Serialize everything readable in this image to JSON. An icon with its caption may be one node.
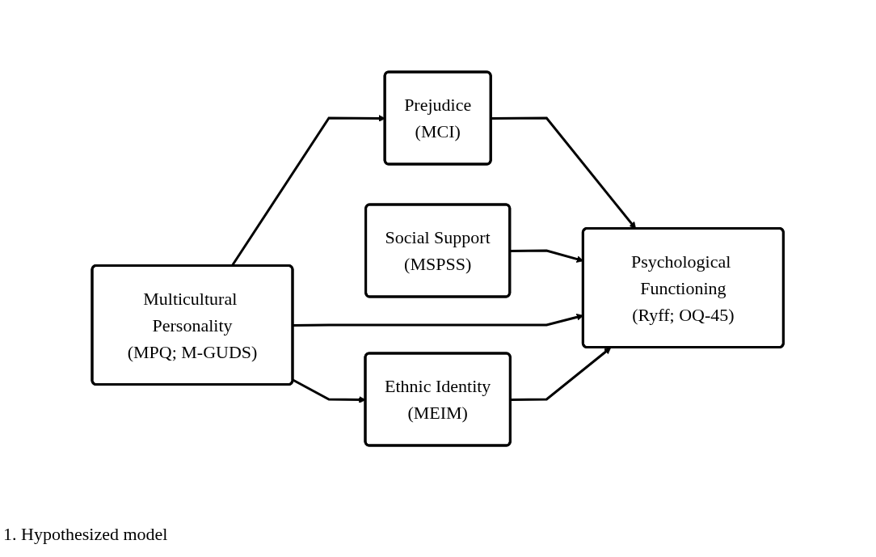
{
  "diagram": {
    "caption": "1. Hypothesized model",
    "nodes": [
      {
        "text": [
          "Prejudice",
          "(MCI)"
        ]
      },
      {
        "text": [
          "Social Support",
          "(MSPSS)"
        ]
      },
      {
        "text": [
          "Multicultural Personality",
          "(MPQ; M-GUDS)"
        ]
      },
      {
        "text": [
          "Psychological Functioning",
          "(Ryff; OQ-45)"
        ]
      },
      {
        "text": [
          "Ethnic Identity",
          "(MEIM)"
        ]
      }
    ],
    "edges": [
      {
        "from": 2,
        "to": 0,
        "arrow": "to"
      },
      {
        "from": 0,
        "to": 3,
        "arrow": "to"
      },
      {
        "from": 1,
        "to": 3,
        "arrow": "to"
      },
      {
        "from": 2,
        "to": 3,
        "arrow": "to"
      },
      {
        "from": 2,
        "to": 4,
        "arrow": "to"
      },
      {
        "from": 4,
        "to": 3,
        "arrow": "to"
      }
    ]
  }
}
